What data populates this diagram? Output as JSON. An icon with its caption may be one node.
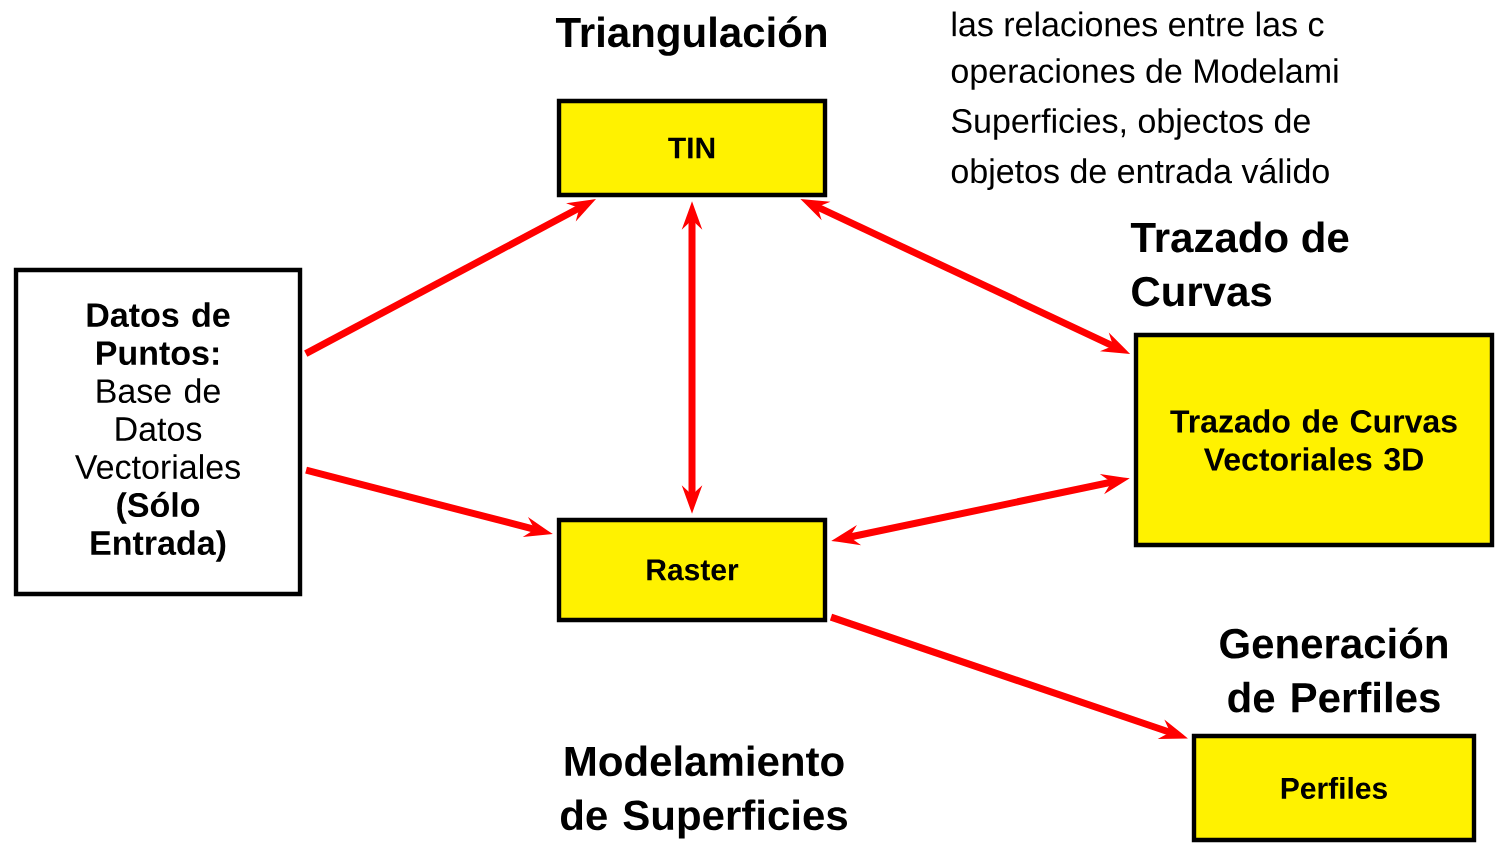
{
  "diagram": {
    "nodes": [
      {
        "text": [
          "**Datos de Puntos:** Base de Datos Vectoriales **(Sólo Entrada)**"
        ]
      },
      {
        "text": [
          "Triangulación",
          "TIN"
        ]
      },
      {
        "text": [
          "Raster",
          "Modelamiento de Superficies"
        ]
      },
      {
        "text": [
          "Trazado de Curvas",
          "Trazado de Curvas Vectoriales 3D"
        ]
      },
      {
        "text": [
          "Generación de Perfiles",
          "Perfiles"
        ]
      }
    ],
    "edges": [
      {
        "from": 0,
        "to": 1,
        "arrow": "to"
      },
      {
        "from": 0,
        "to": 2,
        "arrow": "to"
      },
      {
        "from": 1,
        "to": 2,
        "arrow": "both"
      },
      {
        "from": 1,
        "to": 3,
        "arrow": "both"
      },
      {
        "from": 2,
        "to": 3,
        "arrow": "both"
      },
      {
        "from": 2,
        "to": 4,
        "arrow": "to"
      }
    ],
    "labels": [
      "las relaciones entre las c",
      "operaciones de Modelami",
      "Superficies, objectos de",
      "objetos de entrada válido"
    ]
  }
}
